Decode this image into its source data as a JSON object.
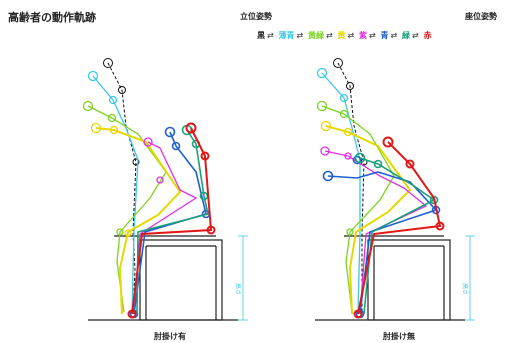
{
  "title": "高齢者の動作軌跡",
  "posture_labels": {
    "standing": "立位姿勢",
    "sitting": "座位姿勢"
  },
  "sequence": [
    {
      "label": "黒",
      "color": "#111111"
    },
    {
      "label": "薄青",
      "color": "#3cc8e6"
    },
    {
      "label": "黄緑",
      "color": "#7ed321"
    },
    {
      "label": "黄",
      "color": "#e6d800"
    },
    {
      "label": "紫",
      "color": "#e030e0"
    },
    {
      "label": "青",
      "color": "#1f5fd0"
    },
    {
      "label": "緑",
      "color": "#1aa07a"
    },
    {
      "label": "赤",
      "color": "#e01818"
    }
  ],
  "arrow_symbol": "⇄",
  "panels": [
    {
      "caption": "肘掛け有",
      "height_label": "高さ"
    },
    {
      "caption": "肘掛け無",
      "height_label": "高さ"
    }
  ]
}
